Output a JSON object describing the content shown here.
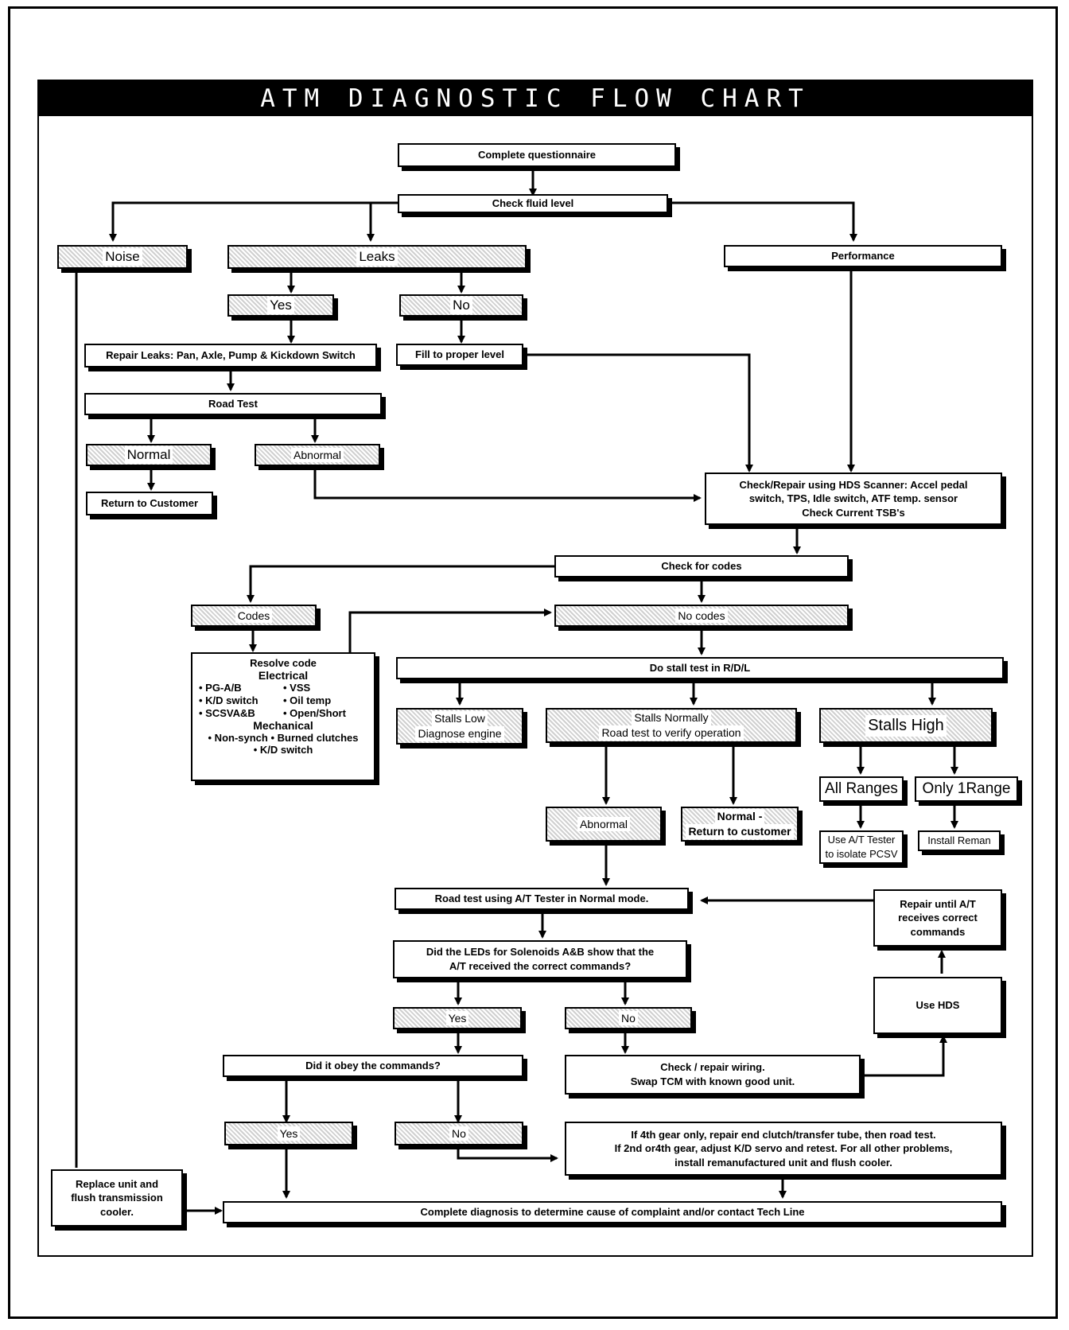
{
  "title": "ATM DIAGNOSTIC FLOW CHART",
  "nodes": {
    "questionnaire": "Complete questionnaire",
    "check_fluid": "Check fluid level",
    "noise": "Noise",
    "leaks": "Leaks",
    "performance": "Performance",
    "leaks_yes": "Yes",
    "leaks_no": "No",
    "repair_leaks": "Repair Leaks: Pan, Axle, Pump & Kickdown Switch",
    "fill_level": "Fill to proper level",
    "road_test": "Road Test",
    "normal": "Normal",
    "abnormal": "Abnormal",
    "return_customer": "Return to Customer",
    "hds_line1": "Check/Repair using HDS Scanner: Accel pedal",
    "hds_line2": "switch, TPS, Idle switch, ATF temp. sensor",
    "hds_line3": "Check Current TSB's",
    "check_codes": "Check for codes",
    "codes": "Codes",
    "no_codes": "No codes",
    "resolve": {
      "title": "Resolve code",
      "electrical": "Electrical",
      "e1a": "• PG-A/B",
      "e1b": "• VSS",
      "e2a": "• K/D switch",
      "e2b": "• Oil temp",
      "e3a": "• SCSVA&B",
      "e3b": "• Open/Short",
      "mechanical": "Mechanical",
      "m1": "• Non-synch   • Burned clutches",
      "m2": "• K/D switch"
    },
    "stall_test": "Do stall test in R/D/L",
    "stalls_low_1": "Stalls Low",
    "stalls_low_2": "Diagnose engine",
    "stalls_normal_1": "Stalls Normally",
    "stalls_normal_2": "Road test to verify operation",
    "stalls_high": "Stalls High",
    "all_ranges": "All Ranges",
    "only_range": "Only 1Range",
    "abnormal2": "Abnormal",
    "normal_ret_1": "Normal -",
    "normal_ret_2": "Return to customer",
    "use_tester_1": "Use A/T Tester",
    "use_tester_2": "to isolate PCSV",
    "install_reman": "Install Reman",
    "road_test_tester": "Road test using A/T Tester in Normal mode.",
    "repair_until_1": "Repair until A/T",
    "repair_until_2": "receives correct",
    "repair_until_3": "commands",
    "leds_q_1": "Did the LEDs for Solenoids A&B show that the",
    "leds_q_2": "A/T received the correct commands?",
    "use_hds": "Use HDS",
    "yes2": "Yes",
    "no2": "No",
    "obey_q": "Did it obey the commands?",
    "check_wiring_1": "Check / repair wiring.",
    "check_wiring_2": "Swap TCM with known good unit.",
    "yes3": "Yes",
    "no3": "No",
    "gear_1": "If 4th gear only, repair end clutch/transfer tube, then road test.",
    "gear_2": "If 2nd or4th gear, adjust K/D servo and retest. For all other problems,",
    "gear_3": "install remanufactured unit and flush cooler.",
    "replace_1": "Replace unit and",
    "replace_2": "flush transmission",
    "replace_3": "cooler.",
    "complete_diag": "Complete diagnosis to determine cause of complaint and/or contact Tech Line"
  }
}
